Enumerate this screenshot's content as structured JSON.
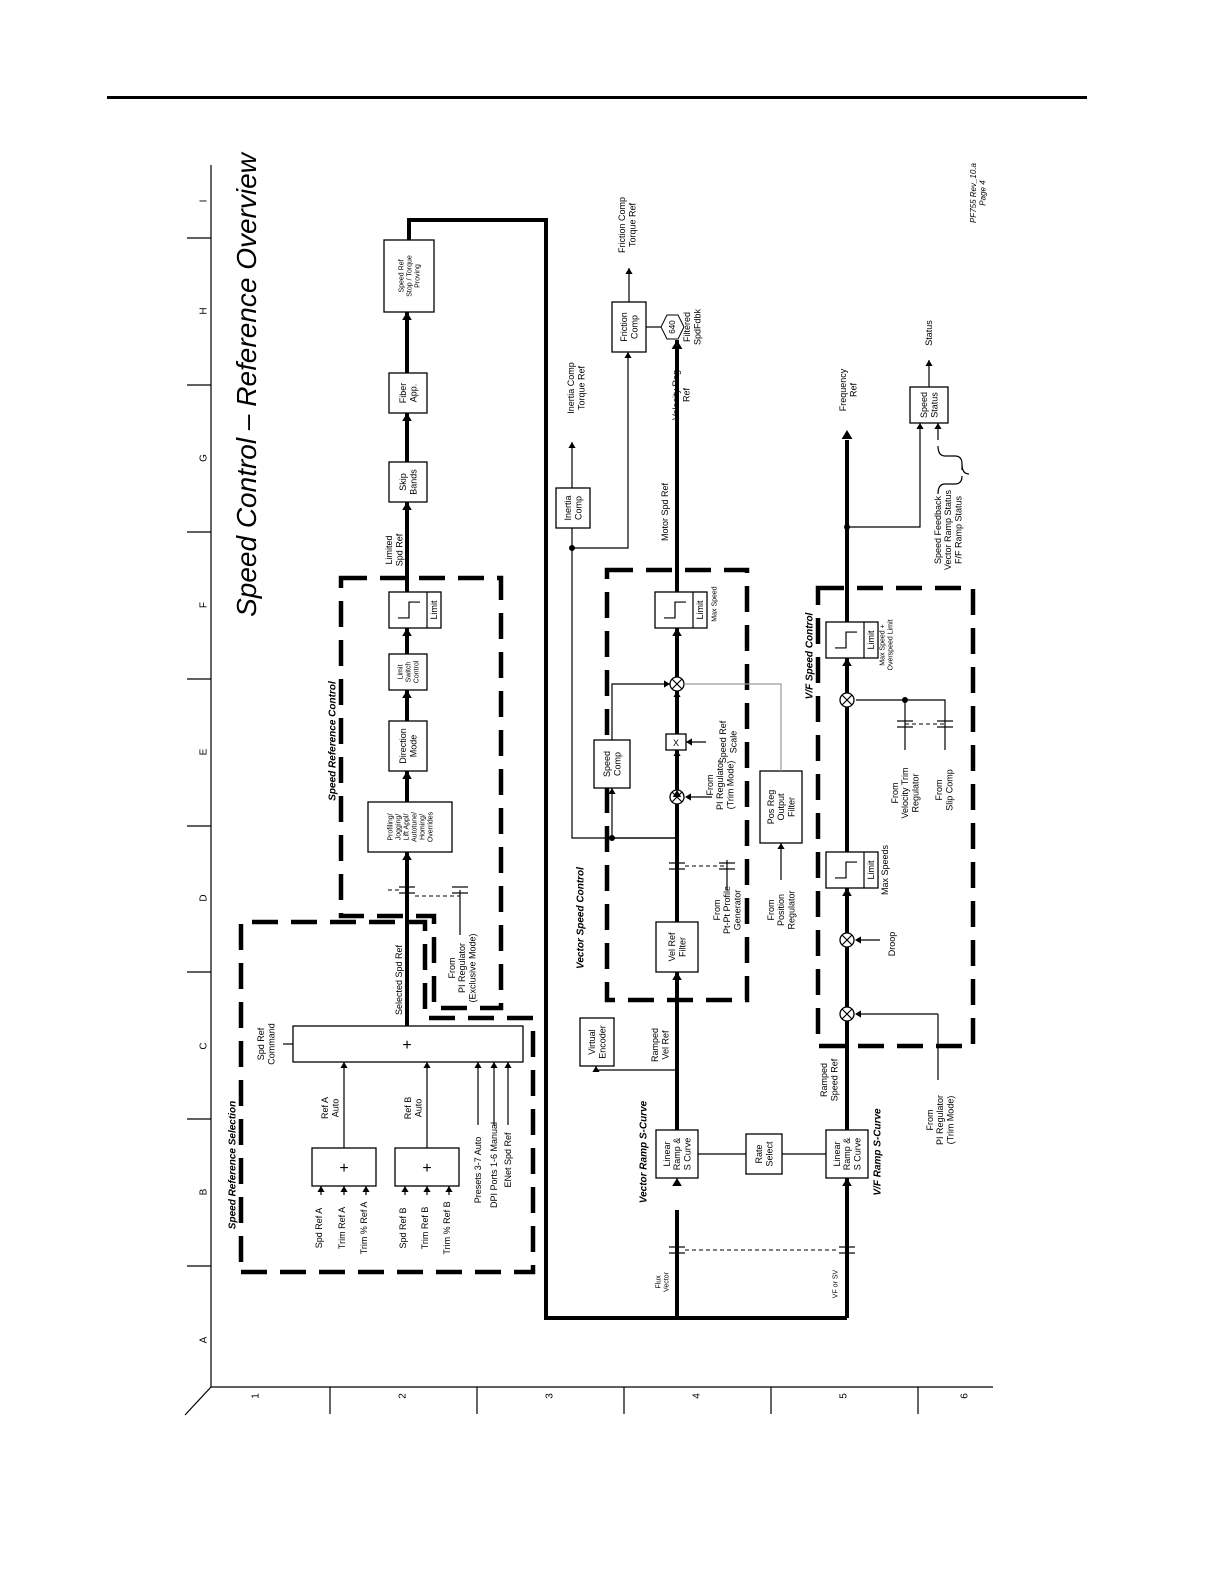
{
  "title": "Speed Control – Reference Overview",
  "revision": "PF755 Rev_10.a",
  "page_label": "Page 4",
  "grid": {
    "letters": [
      "A",
      "B",
      "C",
      "D",
      "E",
      "F",
      "G",
      "H",
      "I"
    ],
    "numbers": [
      "1",
      "2",
      "3",
      "4",
      "5",
      "6"
    ]
  },
  "sections": {
    "speed_reference_selection": "Speed Reference Selection",
    "speed_reference_control": "Speed Reference Control",
    "vector_speed_control": "Vector Speed Control",
    "vf_speed_control": "V/F Speed Control",
    "vector_ramp_s_curve": "Vector Ramp S-Curve",
    "vf_ramp_s_curve": "V/F Ramp S-Curve"
  },
  "inputs": {
    "spd_ref_a": "Spd Ref A",
    "trim_ref_a": "Trim Ref A",
    "trim_pct_ref_a": "Trim % Ref A",
    "spd_ref_b": "Spd Ref B",
    "trim_ref_b": "Trim Ref B",
    "trim_pct_ref_b": "Trim % Ref B",
    "presets": "Presets 3-7 Auto",
    "dpi_ports": "DPI Ports 1-6 Manual",
    "enet": "ENet Spd Ref"
  },
  "signals": {
    "ref_a_auto": [
      "Ref A",
      "Auto"
    ],
    "ref_b_auto": [
      "Ref B",
      "Auto"
    ],
    "spd_ref_command": [
      "Spd Ref",
      "Command"
    ],
    "selected_spd_ref": "Selected Spd Ref",
    "from_pi_exclusive": [
      "From",
      "PI Regulator",
      "(Exclusive Mode)"
    ],
    "limited_spd_ref": [
      "Limited",
      "Spd Ref"
    ],
    "inertia_comp_torque_ref": [
      "Inertia Comp",
      "Torque Ref"
    ],
    "velocity_reg_ref": [
      "Velocity Reg",
      "Ref"
    ],
    "motor_spd_ref": "Motor Spd Ref",
    "friction_comp_torque_ref": [
      "Friction Comp",
      "Torque Ref"
    ],
    "filtered_spdfdbk": [
      "Filtered",
      "SpdFdbk"
    ],
    "param_640": "640",
    "ramped_vel_ref": [
      "Ramped",
      "Vel Ref"
    ],
    "ramped_speed_ref": [
      "Ramped",
      "Speed Ref"
    ],
    "from_pi_trim_vec": [
      "From",
      "PI Regulator",
      "(Trim Mode)"
    ],
    "speed_ref_scale": [
      "Speed Ref",
      "Scale"
    ],
    "from_pt_pt": [
      "From",
      "Pt-Pt Profile",
      "Generator"
    ],
    "from_position": [
      "From",
      "Position",
      "Regulator"
    ],
    "flux_vector": [
      "Flux",
      "Vector"
    ],
    "vf_or_sv": "VF or SV",
    "frequency_ref": [
      "Frequency",
      "Ref"
    ],
    "status": "Status",
    "status_inputs": [
      "Speed Feedback",
      "Vector Ramp Status",
      "F/F Ramp Status"
    ],
    "from_velocity_trim": [
      "From",
      "Velocity Trim",
      "Regulator"
    ],
    "from_slip_comp": [
      "From",
      "Slip Comp"
    ],
    "droop": "Droop",
    "max_speeds": "Max Speeds",
    "max_speed_vec": "Max Speed",
    "max_speed_overspeed": [
      "Max Speed +",
      "Overspeed Limit"
    ],
    "from_pi_trim_vf": [
      "From",
      "PI Regulator",
      "(Trim Mode)"
    ]
  },
  "blocks": {
    "sum_a": "+",
    "sum_b": "+",
    "sum_main": "+",
    "profiling": [
      "Profiling/",
      "Jogging/",
      "Lift Appl/",
      "Autotune/",
      "Homing/",
      "Overrides"
    ],
    "direction_mode": [
      "Direction",
      "Mode"
    ],
    "limit_switch": [
      "Limit",
      "Switch",
      "Control"
    ],
    "limit": "Limit",
    "skip_bands": [
      "Skip",
      "Bands"
    ],
    "fiber_app": [
      "Fiber",
      "App."
    ],
    "speed_ref_stop": [
      "Speed Ref",
      "Stop / Torque",
      "Proving"
    ],
    "inertia_comp": [
      "Inertia",
      "Comp"
    ],
    "friction_comp": [
      "Friction",
      "Comp"
    ],
    "speed_comp": [
      "Speed",
      "Comp"
    ],
    "multiply": "X",
    "pos_reg_filter": [
      "Pos Reg",
      "Output",
      "Filter"
    ],
    "vel_ref_filter": [
      "Vel Ref",
      "Filter"
    ],
    "virtual_encoder": [
      "Virtual",
      "Encoder"
    ],
    "linear_ramp_vec": [
      "Linear",
      "Ramp &",
      "S Curve"
    ],
    "rate_select": [
      "Rate",
      "Select"
    ],
    "linear_ramp_vf": [
      "Linear",
      "Ramp &",
      "S Curve"
    ],
    "speed_status": [
      "Speed",
      "Status"
    ]
  }
}
